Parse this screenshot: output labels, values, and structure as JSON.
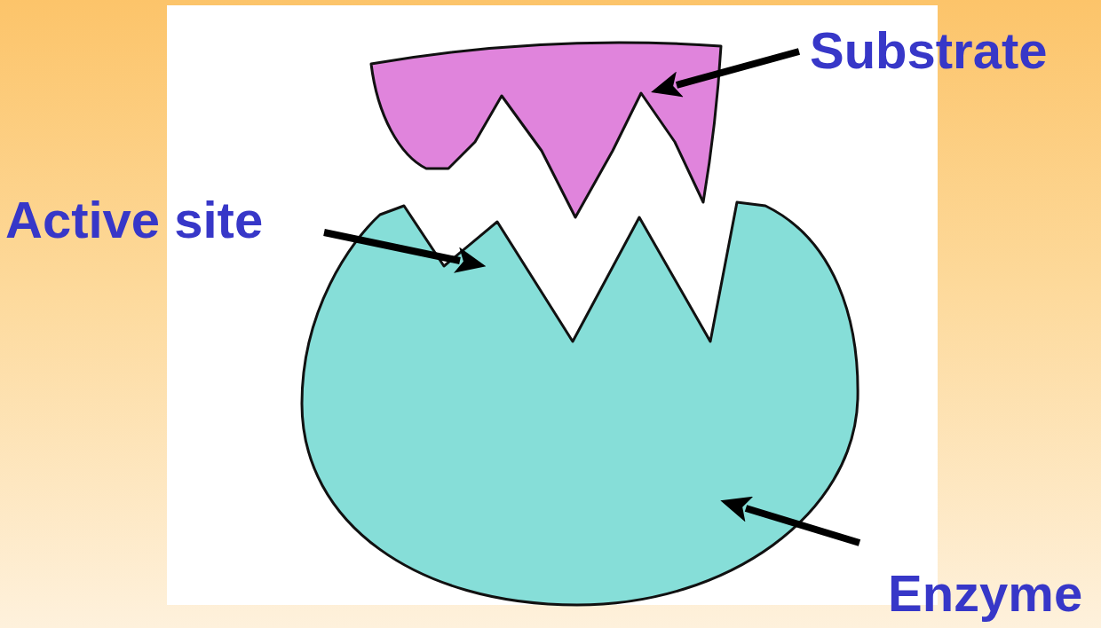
{
  "diagram": {
    "labels": [
      "Substrate",
      "Active site",
      "Enzyme"
    ]
  }
}
